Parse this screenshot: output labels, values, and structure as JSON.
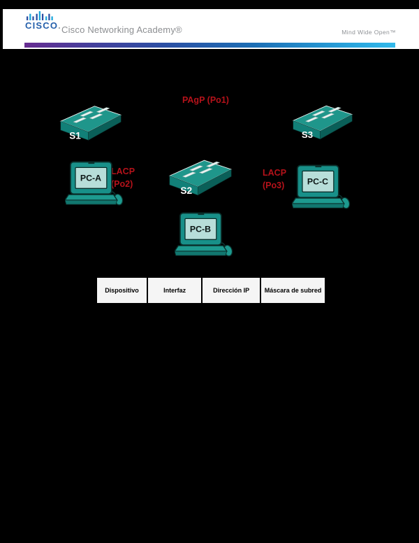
{
  "header": {
    "logo_text": "CISCO",
    "logo_suffix": ".",
    "academy_text": "Cisco Networking Academy®",
    "tagline": "Mind Wide Open™"
  },
  "topology": {
    "labels": {
      "top": "PAgP (Po1)",
      "left_line1": "LACP",
      "left_line2": "(Po2)",
      "right_line1": "LACP",
      "right_line2": "(Po3)"
    },
    "devices": {
      "s1": "S1",
      "s2": "S2",
      "s3": "S3",
      "pca": "PC-A",
      "pcb": "PC-B",
      "pcc": "PC-C"
    }
  },
  "table": {
    "headers": [
      "Dispositivo",
      "Interfaz",
      "Dirección IP",
      "Máscara de subred"
    ]
  },
  "colors": {
    "accent_red": "#b5121a",
    "switch_teal_top": "#1f968b",
    "switch_teal_front": "#128078",
    "switch_teal_side": "#0a5f58",
    "laptop_screen": "#b7ded9",
    "gradient_left": "#672d91",
    "gradient_right": "#33b9ea",
    "page_background": "#000000"
  }
}
